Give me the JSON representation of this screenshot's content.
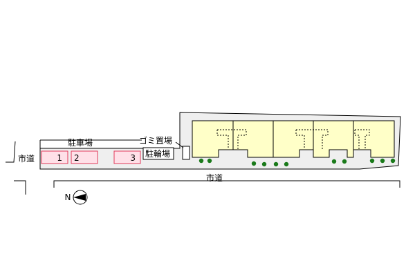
{
  "labels": {
    "city_road_left": "市道",
    "city_road_bottom": "市道",
    "parking_lot": "駐車場",
    "garbage_area": "ゴミ置場",
    "bicycle_parking": "駐輪場",
    "compass_n": "N"
  },
  "parking_spaces": [
    "1",
    "2",
    "3"
  ],
  "colors": {
    "parking_fill": "#ffe0e8",
    "parking_stroke": "#e2385a",
    "building_fill": "#ffffc8",
    "lot_fill": "#efefef",
    "tree": "#1a7a1a"
  }
}
